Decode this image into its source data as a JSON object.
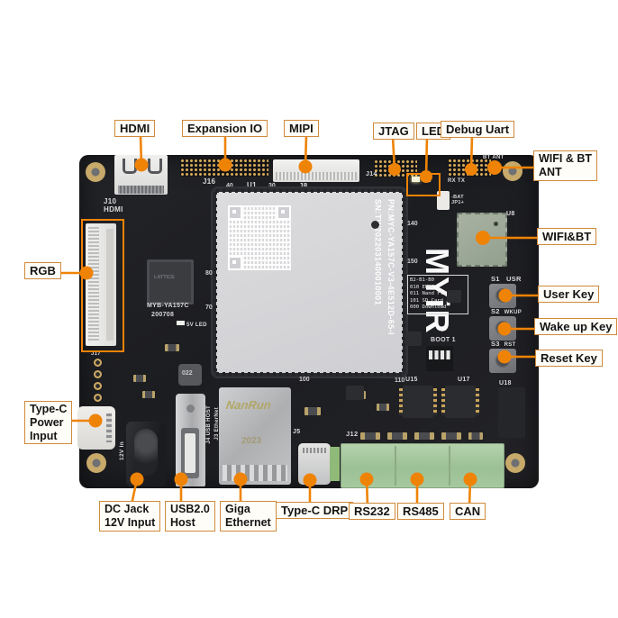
{
  "callouts": {
    "hdmi": "HDMI",
    "expansion_io": "Expansion IO",
    "mipi": "MIPI",
    "jtag": "JTAG",
    "led": "LED",
    "debug_uart": "Debug Uart",
    "wifi_bt_ant": "WIFI & BT\nANT",
    "wifi_bt": "WIFI&BT",
    "user_key": "User Key",
    "wake_up_key": "Wake up Key",
    "reset_key": "Reset Key",
    "rgb": "RGB",
    "type_c_power": "Type-C\nPower\nInput",
    "dc_jack": "DC Jack\n12V Input",
    "usb2_host": "USB2.0\nHost",
    "giga_ethernet": "Giga\nEthernet",
    "type_c_drp": "Type-C DRP",
    "rs232": "RS232",
    "rs485": "RS485",
    "can": "CAN"
  },
  "colors": {
    "callout_border": "#cf8a3b",
    "leader_orange": "#ef8306",
    "pcb_black": "#1e1f23",
    "som_gray": "#d6d6d8",
    "terminal_green": "#a6c89e",
    "wifi_module_green": "#9fab9a"
  },
  "som": {
    "pn": "PN:MYC-YA157C-V3-4E512D-65-I",
    "sn": "SN:TW2022031400010001",
    "logo": "MYiR",
    "pin_marks": [
      "40",
      "30",
      "80",
      "70",
      "140",
      "150",
      "100",
      "110"
    ]
  },
  "boot_table": {
    "header": "B2-B1-B0",
    "rows": [
      "010 EMMC",
      "011 Nand Flash",
      "101 SD Card",
      "000 Download"
    ]
  },
  "buttons": [
    {
      "ref": "S1",
      "label": "USR"
    },
    {
      "ref": "S2",
      "label": "WKUP"
    },
    {
      "ref": "S3",
      "label": "RST"
    }
  ],
  "silkscreen": {
    "j10_hdmi": "J10\nHDMI",
    "j16": "J16",
    "u1": "U1",
    "j8": "J8",
    "j14": "J14",
    "rx_tx": "RX TX",
    "bt_ant": "BT ANT",
    "bat_jp1": "-BAT\nJP1+",
    "u8": "U8",
    "boot": "BOOT 1",
    "myb": "MYB-YA157C",
    "myb_date": "200708",
    "led_5v": "5V LED",
    "lattice": "LATTICE",
    "inductor": "022",
    "j17": "J17",
    "dc_12v": "12V In",
    "j4_usb": "J4 USB HOST",
    "j3_eth": "J3 EtherNet",
    "nanrun": "NanRun",
    "nanrun_year": "2023",
    "j5": "J5",
    "j12": "J12",
    "u15": "U15",
    "u17": "U17",
    "u18": "U18"
  }
}
